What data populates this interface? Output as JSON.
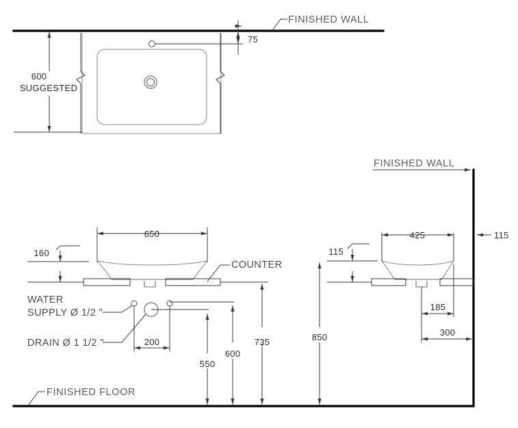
{
  "drawing": {
    "title": "Counter-top washbasin installation drawing",
    "units": "mm",
    "line_color": "#3a3a3a",
    "object_color": "#8a8a8a",
    "heavy_color": "#000000"
  },
  "views": {
    "plan": {
      "name": "plan-view",
      "labels": {
        "wall": "FINISHED  WALL",
        "height_main": "600",
        "height_sub": "SUGGESTED",
        "wall_offset": "75"
      }
    },
    "front_elevation": {
      "name": "front-elevation-view",
      "labels": {
        "width": "650",
        "bowl_height": "160",
        "counter": "COUNTER",
        "water_supply": "WATER",
        "water_supply_2": "SUPPLY Ø 1/2 \"",
        "drain": "DRAIN Ø 1 1/2 \"",
        "supply_spacing": "200",
        "drain_height": "550",
        "supply_height": "600",
        "counter_height": "735",
        "floor": "FINISHED  FLOOR"
      }
    },
    "side_elevation": {
      "name": "side-elevation-view",
      "labels": {
        "wall": "FINISHED  WALL",
        "depth": "425",
        "wall_gap": "115",
        "rim_height": "115",
        "drain_offset": "185",
        "supply_offset": "300",
        "counter_height": "850"
      }
    }
  },
  "dimensions_list": [
    {
      "value": "600",
      "note": "SUGGESTED",
      "view": "plan"
    },
    {
      "value": "75",
      "note": "",
      "view": "plan"
    },
    {
      "value": "650",
      "note": "",
      "view": "front"
    },
    {
      "value": "160",
      "note": "",
      "view": "front"
    },
    {
      "value": "200",
      "note": "",
      "view": "front"
    },
    {
      "value": "550",
      "note": "",
      "view": "front"
    },
    {
      "value": "600",
      "note": "",
      "view": "front"
    },
    {
      "value": "735",
      "note": "",
      "view": "front"
    },
    {
      "value": "425",
      "note": "",
      "view": "side"
    },
    {
      "value": "115",
      "note": "",
      "view": "side"
    },
    {
      "value": "115",
      "note": "",
      "view": "side"
    },
    {
      "value": "185",
      "note": "",
      "view": "side"
    },
    {
      "value": "300",
      "note": "",
      "view": "side"
    },
    {
      "value": "850",
      "note": "",
      "view": "side"
    }
  ]
}
